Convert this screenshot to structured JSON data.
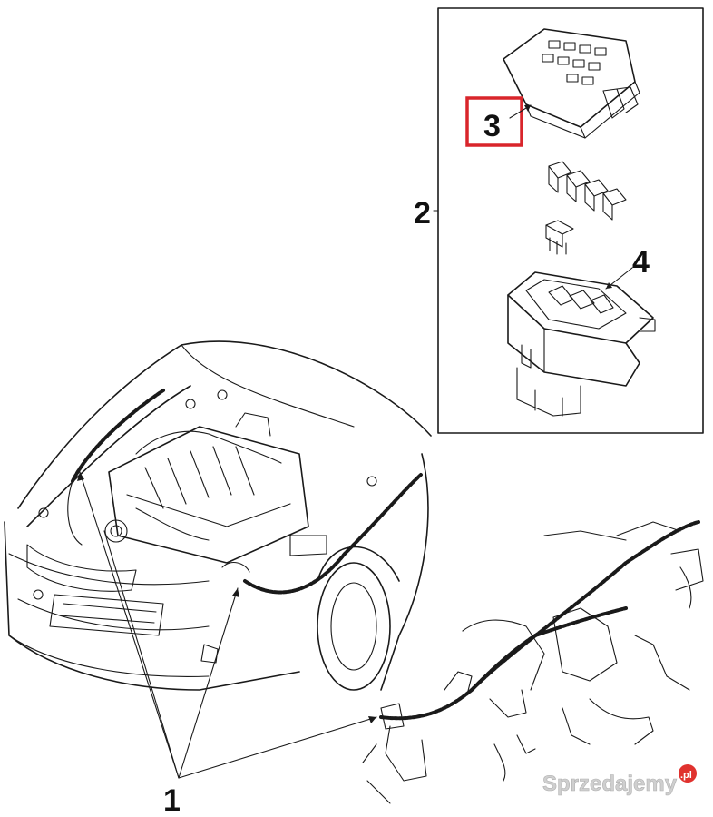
{
  "callouts": {
    "c1": "1",
    "c2": "2",
    "c3": "3",
    "c4": "4"
  },
  "watermark": {
    "text": "Sprzedajemy",
    "suffix": ".pl"
  },
  "colors": {
    "highlight": "#d9252b",
    "ink": "#1a1a1a",
    "watermark": "#d8d8d8"
  }
}
